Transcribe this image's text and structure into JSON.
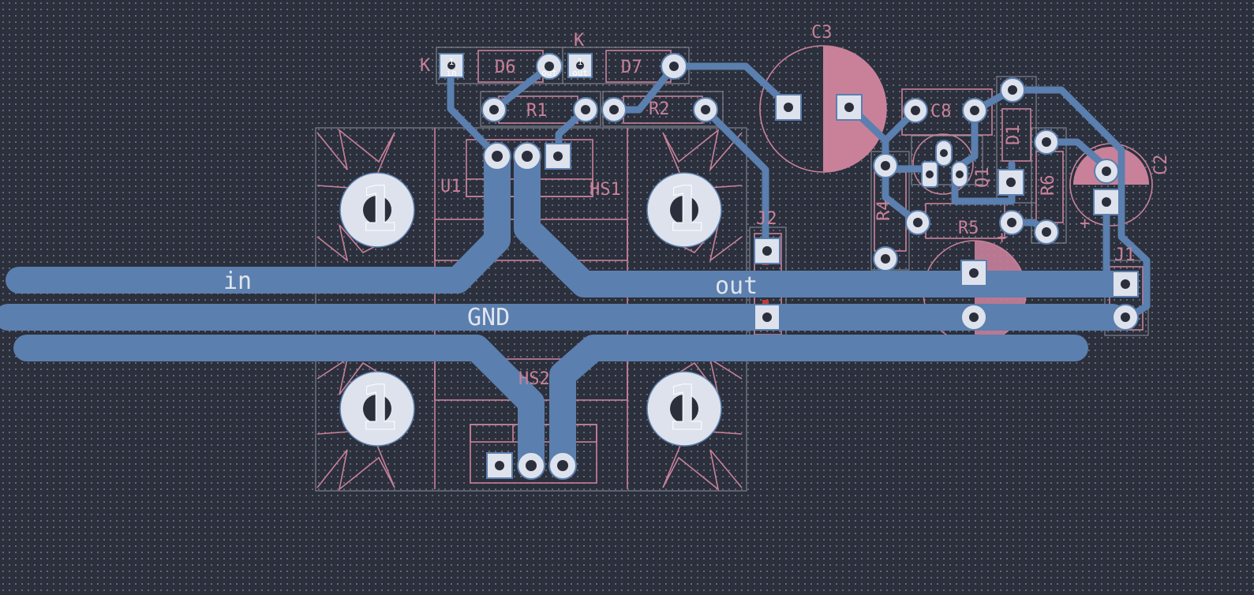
{
  "colors": {
    "background": "#2b303c",
    "copper": "#5b7fae",
    "silkscreen": "#c9819a",
    "pad": "#dde2ec",
    "hole": "#2a2f3b",
    "net_label": "#dfe4ee",
    "courtyard": "#8d929e",
    "via_red": "#c0393b"
  },
  "net_labels": {
    "in": "in",
    "gnd": "GND",
    "out": "out"
  },
  "refdes": {
    "d6": "D6",
    "d7": "D7",
    "r1": "R1",
    "r2": "R2",
    "c3": "C3",
    "c8": "C8",
    "d1": "D1",
    "q1": "Q1",
    "r4": "R4",
    "r5": "R5",
    "r6": "R6",
    "c2": "C2",
    "u1": "U1",
    "hs1": "HS1",
    "hs2": "HS2",
    "j1": "J1",
    "j2": "J2"
  },
  "pad_texts": {
    "k1": "K",
    "k2": "K",
    "in": "in",
    "out1": "out",
    "out2": "out"
  },
  "pin_marks": {
    "pad1": "1",
    "plus": "+"
  },
  "mounting_holes": [
    "1",
    "1",
    "1",
    "1"
  ]
}
